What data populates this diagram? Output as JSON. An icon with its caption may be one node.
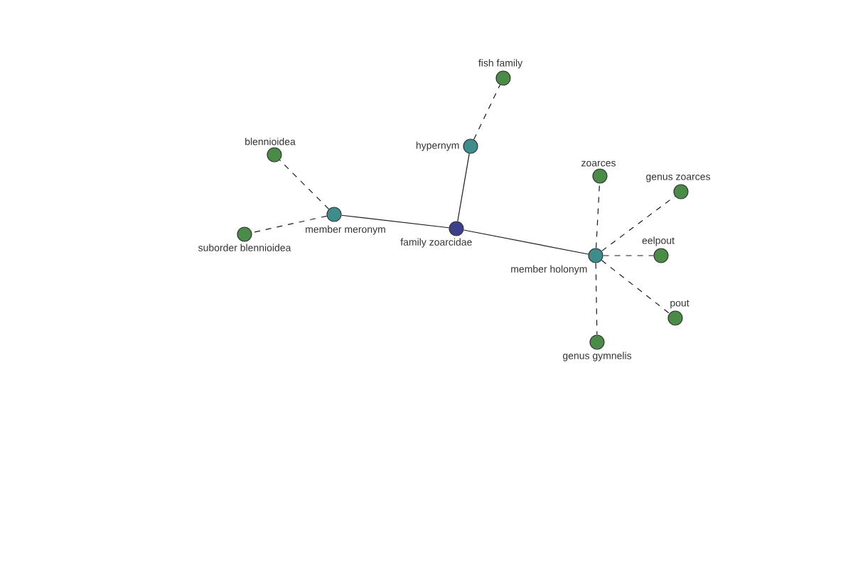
{
  "diagram": {
    "nodes": [
      {
        "text": [
          "family zoarcidae"
        ]
      },
      {
        "text": [
          "hypernym"
        ]
      },
      {
        "text": [
          "fish family"
        ]
      },
      {
        "text": [
          "member meronym"
        ]
      },
      {
        "text": [
          "blennioidea"
        ]
      },
      {
        "text": [
          "suborder blennioidea"
        ]
      },
      {
        "text": [
          "member holonym"
        ]
      },
      {
        "text": [
          "zoarces"
        ]
      },
      {
        "text": [
          "genus zoarces"
        ]
      },
      {
        "text": [
          "eelpout"
        ]
      },
      {
        "text": [
          "pout"
        ]
      },
      {
        "text": [
          "genus gymnelis"
        ]
      }
    ],
    "edges": [
      {
        "from": 0,
        "to": 1,
        "arrow": "none"
      },
      {
        "from": 1,
        "to": 2,
        "arrow": "none",
        "style": "dashed"
      },
      {
        "from": 0,
        "to": 3,
        "arrow": "none"
      },
      {
        "from": 3,
        "to": 4,
        "arrow": "none",
        "style": "dashed"
      },
      {
        "from": 3,
        "to": 5,
        "arrow": "none",
        "style": "dashed"
      },
      {
        "from": 0,
        "to": 6,
        "arrow": "none"
      },
      {
        "from": 6,
        "to": 7,
        "arrow": "none",
        "style": "dashed"
      },
      {
        "from": 6,
        "to": 8,
        "arrow": "none",
        "style": "dashed"
      },
      {
        "from": 6,
        "to": 9,
        "arrow": "none",
        "style": "dashed"
      },
      {
        "from": 6,
        "to": 10,
        "arrow": "none",
        "style": "dashed"
      },
      {
        "from": 6,
        "to": 11,
        "arrow": "none",
        "style": "dashed"
      }
    ]
  }
}
